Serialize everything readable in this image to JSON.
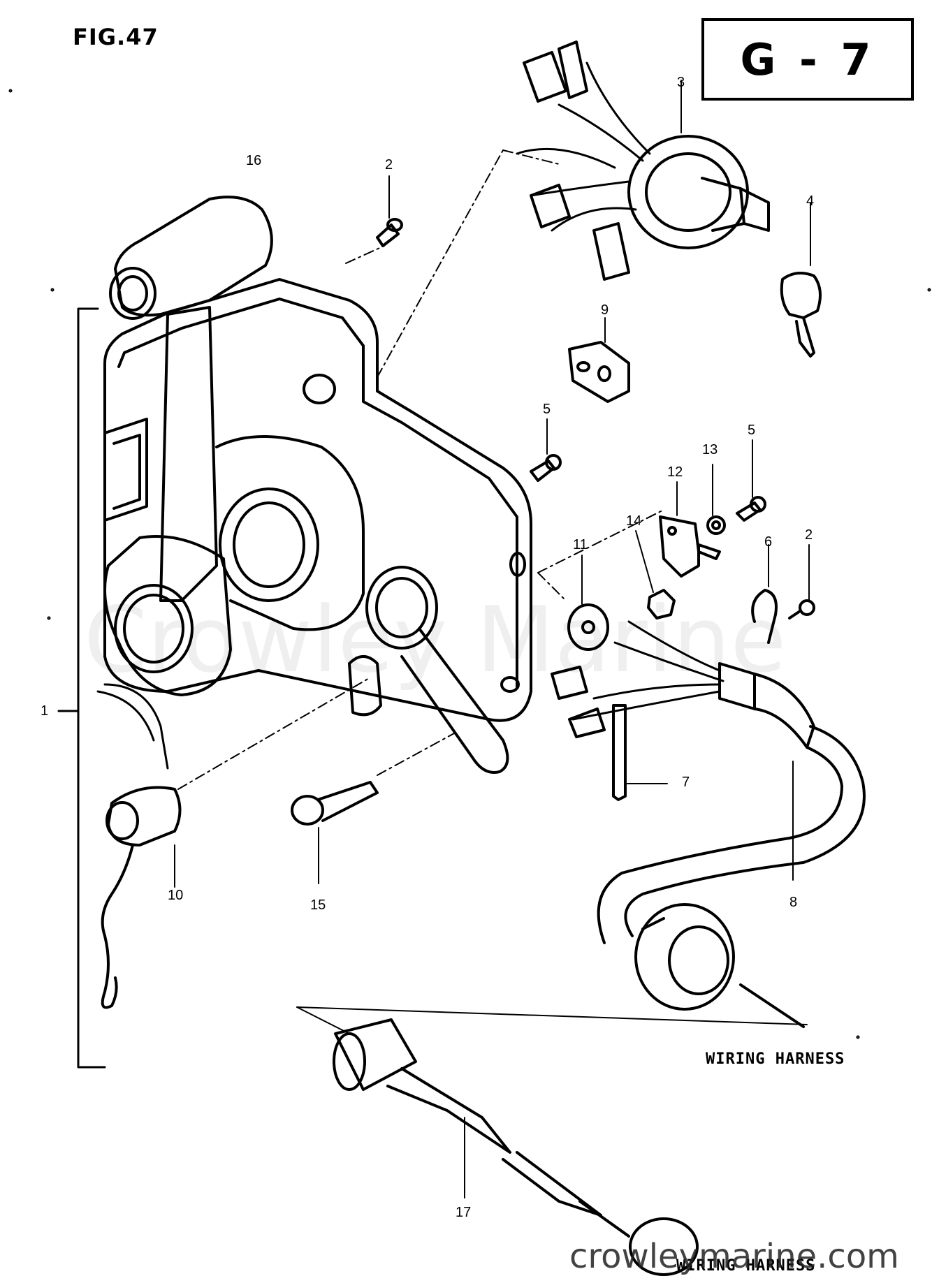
{
  "figure": {
    "label": "FIG.47",
    "section_code": "G - 7"
  },
  "callouts": [
    {
      "id": "1",
      "text": "1"
    },
    {
      "id": "2a",
      "text": "2"
    },
    {
      "id": "2b",
      "text": "2"
    },
    {
      "id": "3",
      "text": "3"
    },
    {
      "id": "4",
      "text": "4"
    },
    {
      "id": "5a",
      "text": "5"
    },
    {
      "id": "5b",
      "text": "5"
    },
    {
      "id": "6",
      "text": "6"
    },
    {
      "id": "7",
      "text": "7"
    },
    {
      "id": "8",
      "text": "8"
    },
    {
      "id": "9",
      "text": "9"
    },
    {
      "id": "10",
      "text": "10"
    },
    {
      "id": "11",
      "text": "11"
    },
    {
      "id": "12",
      "text": "12"
    },
    {
      "id": "13",
      "text": "13"
    },
    {
      "id": "14",
      "text": "14"
    },
    {
      "id": "15",
      "text": "15"
    },
    {
      "id": "16",
      "text": "16"
    },
    {
      "id": "17",
      "text": "17"
    }
  ],
  "captions": {
    "wiring_harness_1": "WIRING HARNESS",
    "wiring_harness_2": "WIRING HARNESS"
  },
  "watermark": {
    "text": "Crowley Marine",
    "url": "crowleymarine.com"
  }
}
